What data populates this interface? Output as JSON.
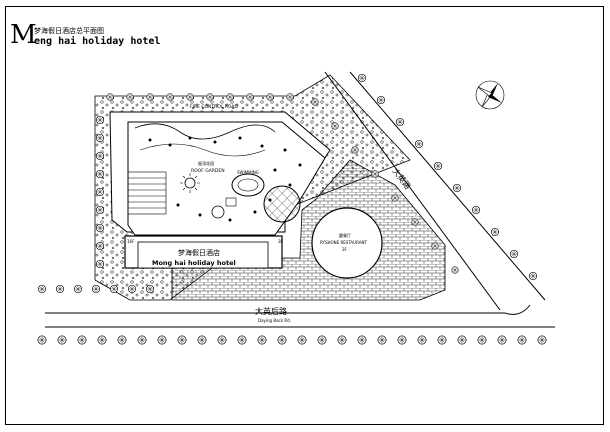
{
  "title": {
    "letter": "M",
    "chinese": "梦海假日酒店总平面图",
    "english": "eng hai holiday hotel"
  },
  "labels": {
    "fire_road": "FIRE CONTROL ROAD",
    "roof_garden_cn": "屋顶花园",
    "roof_garden_en": "ROOF GARDEN",
    "pool_label": "SWIMMING",
    "hotel_cn": "梦海假日酒店",
    "hotel_en": "Mong hai holiday hotel",
    "floors_left": "16F",
    "floors_right": "3F",
    "restaurant_cn": "圆餐厅",
    "restaurant_en": "RYSHONE RESTAURANT",
    "restaurant_floors": "3F",
    "road_cn": "大英后路",
    "road_en": "Daying Back Rd.",
    "diag_road_cn": "大英路"
  },
  "icons": [
    "north-arrow-icon",
    "tree-icon"
  ],
  "colors": {
    "ink": "#000000",
    "paper": "#ffffff"
  }
}
